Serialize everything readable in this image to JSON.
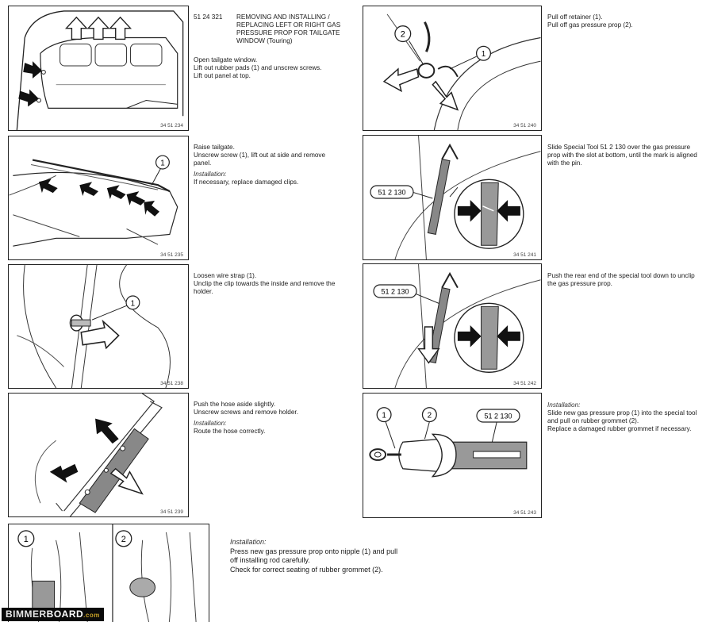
{
  "header": {
    "code": "51 24 321",
    "title": "REMOVING AND INSTALLING / REPLACING LEFT OR RIGHT GAS PRESSURE PROP FOR TAILGATE WINDOW (Touring)"
  },
  "steps": [
    {
      "fig": "34 51 234",
      "lines": [
        "Open tailgate window.",
        "Lift out rubber pads (1) and unscrew screws.",
        "Lift out panel at top."
      ]
    },
    {
      "fig": "34 51 235",
      "lines": [
        "Raise tailgate.",
        "Unscrew screw (1), lift out at side and remove panel."
      ],
      "install_label": "Installation:",
      "install_lines": [
        "If necessary, replace damaged clips."
      ]
    },
    {
      "fig": "34 51 238",
      "lines": [
        "Loosen wire strap (1).",
        "Unclip the clip towards the inside and remove the holder."
      ]
    },
    {
      "fig": "34 51 239",
      "lines": [
        "Push the hose aside slightly.",
        "Unscrew screws and remove holder."
      ],
      "install_label": "Installation:",
      "install_lines": [
        "Route the hose correctly."
      ]
    },
    {
      "fig": "34 51 240",
      "lines": [
        "Pull off retainer (1).",
        "Pull off gas pressure prop (2)."
      ]
    },
    {
      "fig": "34 51 241",
      "tool": "51 2 130",
      "lines": [
        "Slide Special Tool 51 2 130 over the gas pressure prop with the slot at bottom, until the mark is aligned with the pin."
      ]
    },
    {
      "fig": "34 51 242",
      "tool": "51 2 130",
      "lines": [
        "Push the rear end of the special tool down to unclip the gas pressure prop."
      ]
    },
    {
      "fig": "34 51 243",
      "tool": "51 2 130",
      "install_label": "Installation:",
      "install_lines": [
        "Slide new gas pressure prop (1) into the special tool and pull on rubber grommet (2).",
        "Replace a damaged rubber grommet if necessary."
      ]
    },
    {
      "install_label": "Installation:",
      "install_lines": [
        "Press new gas pressure prop onto nipple (1) and pull off installing rod carefully.",
        "Check for correct seating of rubber grommet (2)."
      ]
    }
  ],
  "callouts": {
    "one": "1",
    "two": "2"
  },
  "watermark": {
    "part1": "BIMMER",
    "part2": "BOARD",
    "part3": ".com"
  }
}
